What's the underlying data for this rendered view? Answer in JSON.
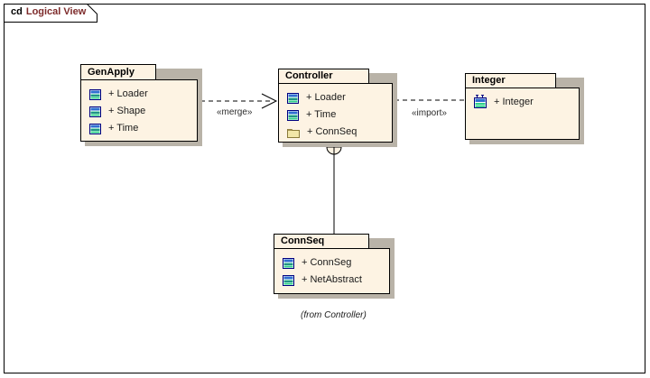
{
  "diagram": {
    "frame_kind": "cd",
    "frame_title": "Logical View",
    "accent_title_color": "#7d2b2b",
    "node_fill_color": "#fdf3e3",
    "node_border_color": "#000000",
    "canvas_background": "#ffffff"
  },
  "packages": [
    {
      "id": "genapply",
      "title": "GenApply",
      "items": [
        {
          "label": "+ Loader",
          "icon": "class-icon"
        },
        {
          "label": "+ Shape",
          "icon": "class-icon"
        },
        {
          "label": "+ Time",
          "icon": "class-icon"
        }
      ]
    },
    {
      "id": "controller",
      "title": "Controller",
      "items": [
        {
          "label": "+ Loader",
          "icon": "class-icon"
        },
        {
          "label": "+ Time",
          "icon": "class-icon"
        },
        {
          "label": "+ ConnSeq",
          "icon": "package-folder-icon"
        }
      ]
    },
    {
      "id": "integer",
      "title": "Integer",
      "items": [
        {
          "label": "+ Integer",
          "icon": "datatype-icon"
        }
      ]
    },
    {
      "id": "connseq",
      "title": "ConnSeq",
      "caption": "(from Controller)",
      "items": [
        {
          "label": "+ ConnSeg",
          "icon": "class-icon"
        },
        {
          "label": "+ NetAbstract",
          "icon": "class-icon"
        }
      ]
    }
  ],
  "connectors": [
    {
      "id": "merge",
      "label": "«merge»",
      "from": "GenApply",
      "to": "Controller",
      "style": "dashed-open-arrow"
    },
    {
      "id": "import",
      "label": "«import»",
      "from": "Controller",
      "to": "Integer",
      "style": "dashed"
    },
    {
      "id": "containment",
      "label": "",
      "from": "Controller",
      "to": "ConnSeq",
      "style": "circle-plus"
    }
  ]
}
